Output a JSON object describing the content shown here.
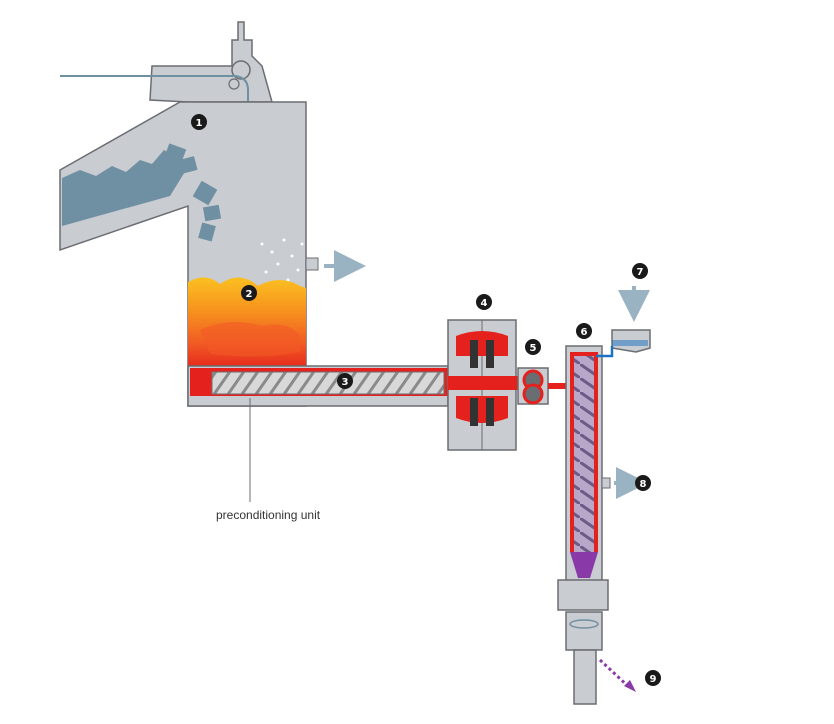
{
  "diagram": {
    "caption": "preconditioning unit",
    "steps": [
      "1",
      "2",
      "3",
      "4",
      "5",
      "6",
      "7",
      "8",
      "9"
    ]
  },
  "colors": {
    "machine": "#c9ccd0",
    "outline": "#6a6d72",
    "feed": "#6f8fa3",
    "hot": "#e4211c",
    "warm": "#f47a20",
    "flame": "#f9b21a",
    "filtrate": "#8a3aa8",
    "water": "#1a72c4",
    "exhaust_arrow": "#9ab3c3",
    "marker": "#1a1a1a"
  }
}
